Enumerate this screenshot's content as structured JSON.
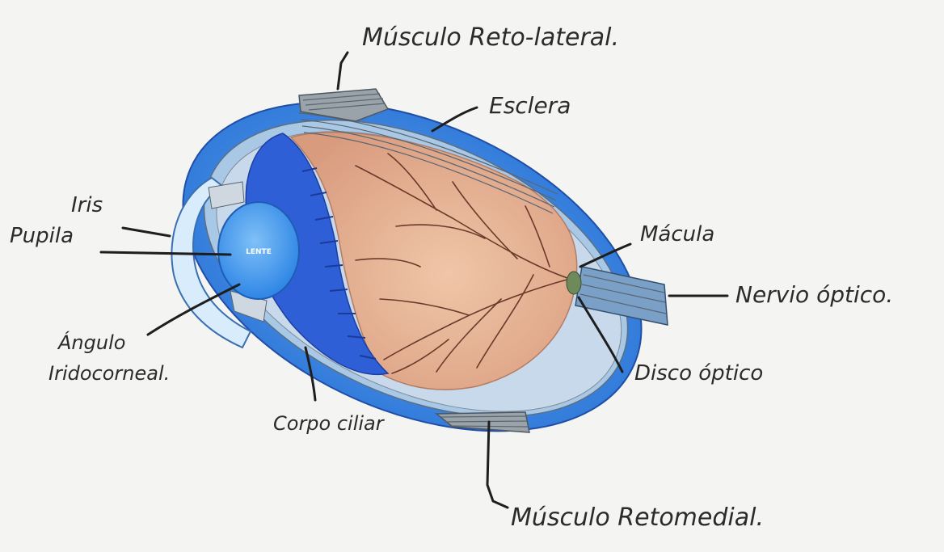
{
  "diagram": {
    "labels": {
      "musculo_reto_lateral": "Músculo Reto-lateral.",
      "esclera": "Esclera",
      "iris": "Iris",
      "pupila": "Pupila",
      "macula": "Mácula",
      "nervio_optico": "Nervio óptico.",
      "angulo_line1": "Ángulo",
      "angulo_line2": "Iridocorneal.",
      "disco_optico": "Disco óptico",
      "corpo_ciliar": "Corpo ciliar",
      "musculo_retomedial": "Músculo Retomedial.",
      "lente": "LENTE"
    },
    "colors": {
      "sclera_blue": "#3f86e0",
      "deep_blue": "#2f62d8",
      "lens_blue": "#4a9cf0",
      "retina_peach": "#e8b79a",
      "vein_brown": "#6b3a2a",
      "muscle_gray": "#9aa3aa",
      "optic_green": "#6f8a5a"
    }
  }
}
